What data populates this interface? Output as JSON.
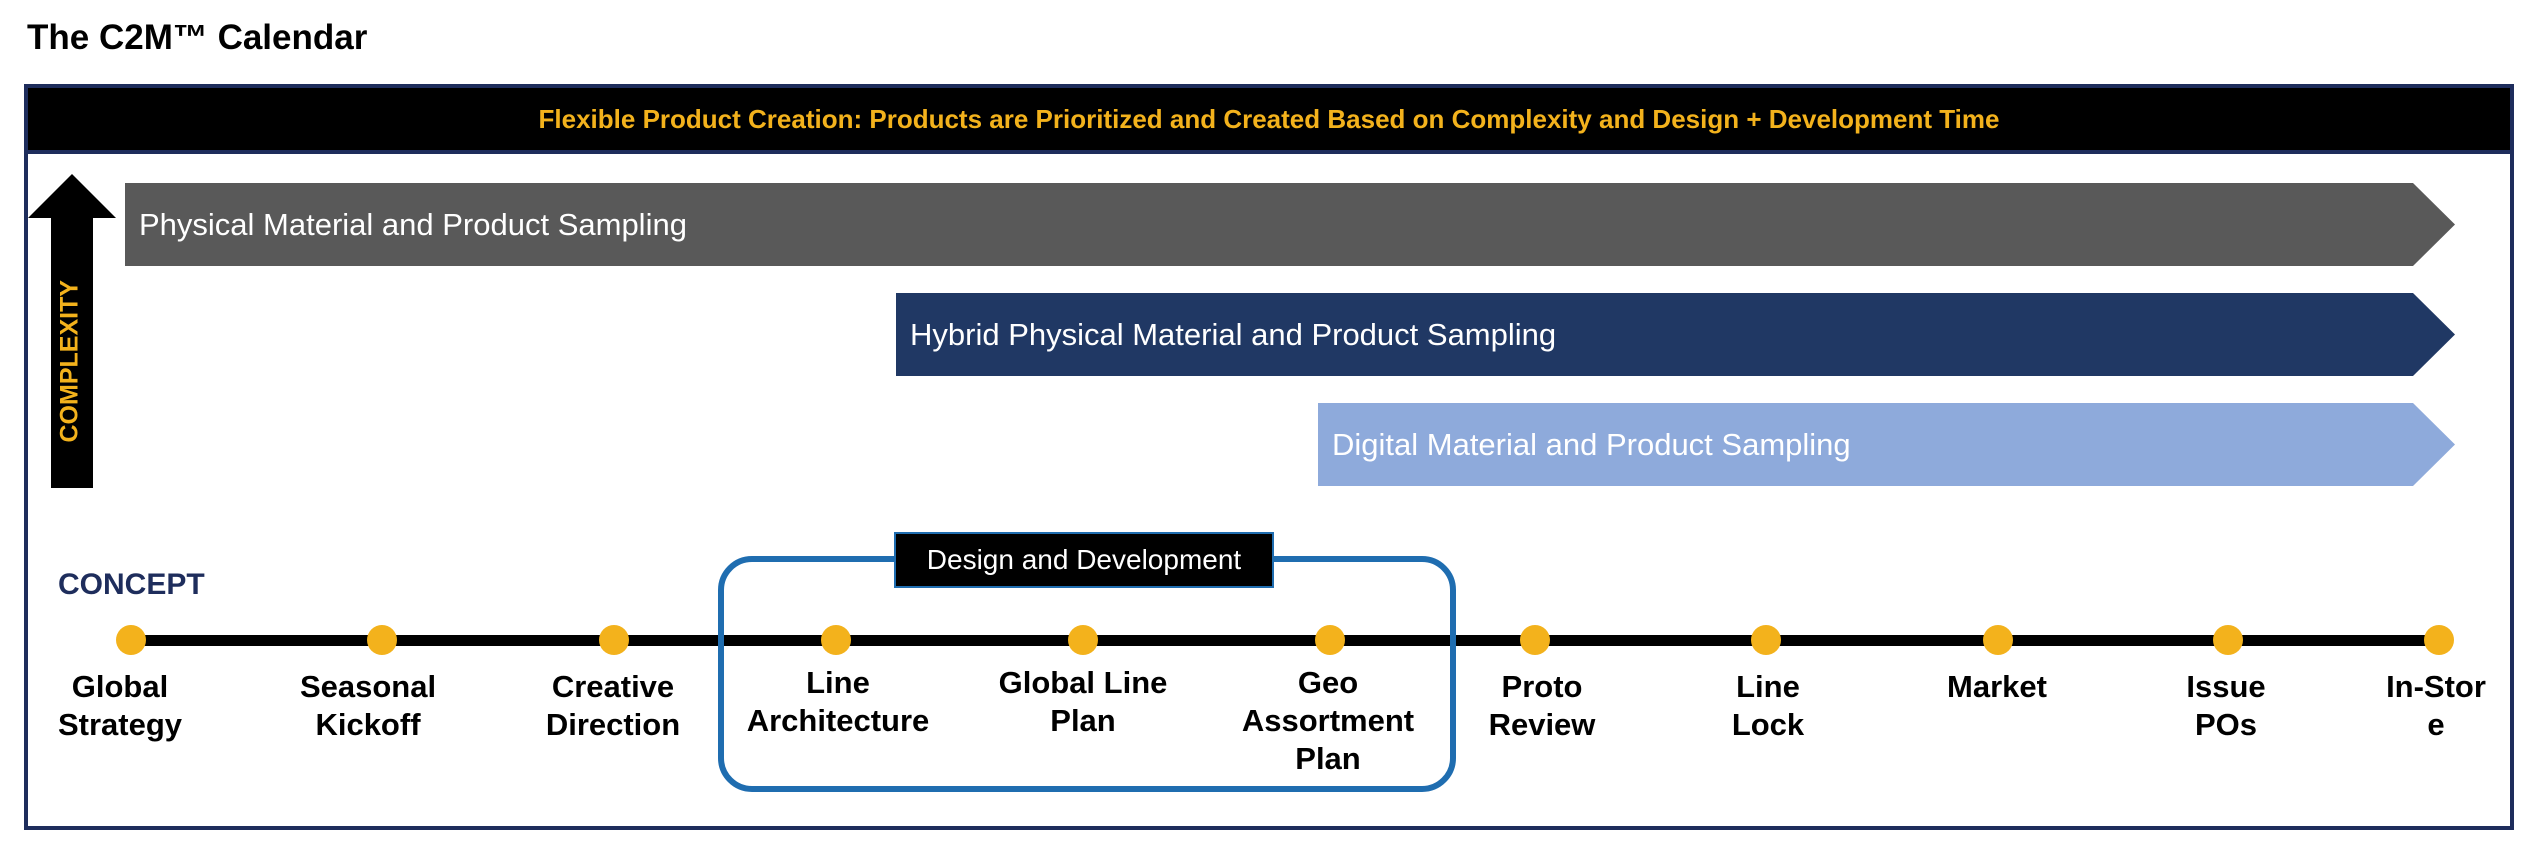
{
  "title": "The C2M™ Calendar",
  "banner": "Flexible Product Creation: Products are Prioritized and Created Based on Complexity and Design + Development Time",
  "complexity_label": "COMPLEXITY",
  "bars": [
    {
      "label": "Physical Material and Product Sampling",
      "color": "#595959"
    },
    {
      "label": "Hybrid Physical Material and Product Sampling",
      "color": "#203864"
    },
    {
      "label": "Digital Material and Product Sampling",
      "color": "#8eaadb"
    }
  ],
  "concept_label": "CONCEPT",
  "design_dev_label": "Design and Development",
  "milestones": [
    {
      "label": "Global\nStrategy"
    },
    {
      "label": "Seasonal\nKickoff"
    },
    {
      "label": "Creative\nDirection"
    },
    {
      "label": "Line\nArchitecture"
    },
    {
      "label": "Global Line\nPlan"
    },
    {
      "label": "Geo\nAssortment\nPlan"
    },
    {
      "label": "Proto\nReview"
    },
    {
      "label": "Line\nLock"
    },
    {
      "label": "Market"
    },
    {
      "label": "Issue\nPOs"
    },
    {
      "label": "In-Stor\ne"
    }
  ],
  "colors": {
    "accent": "#f3b21c",
    "navy": "#1e2d5c",
    "box_blue": "#1f6db0"
  }
}
